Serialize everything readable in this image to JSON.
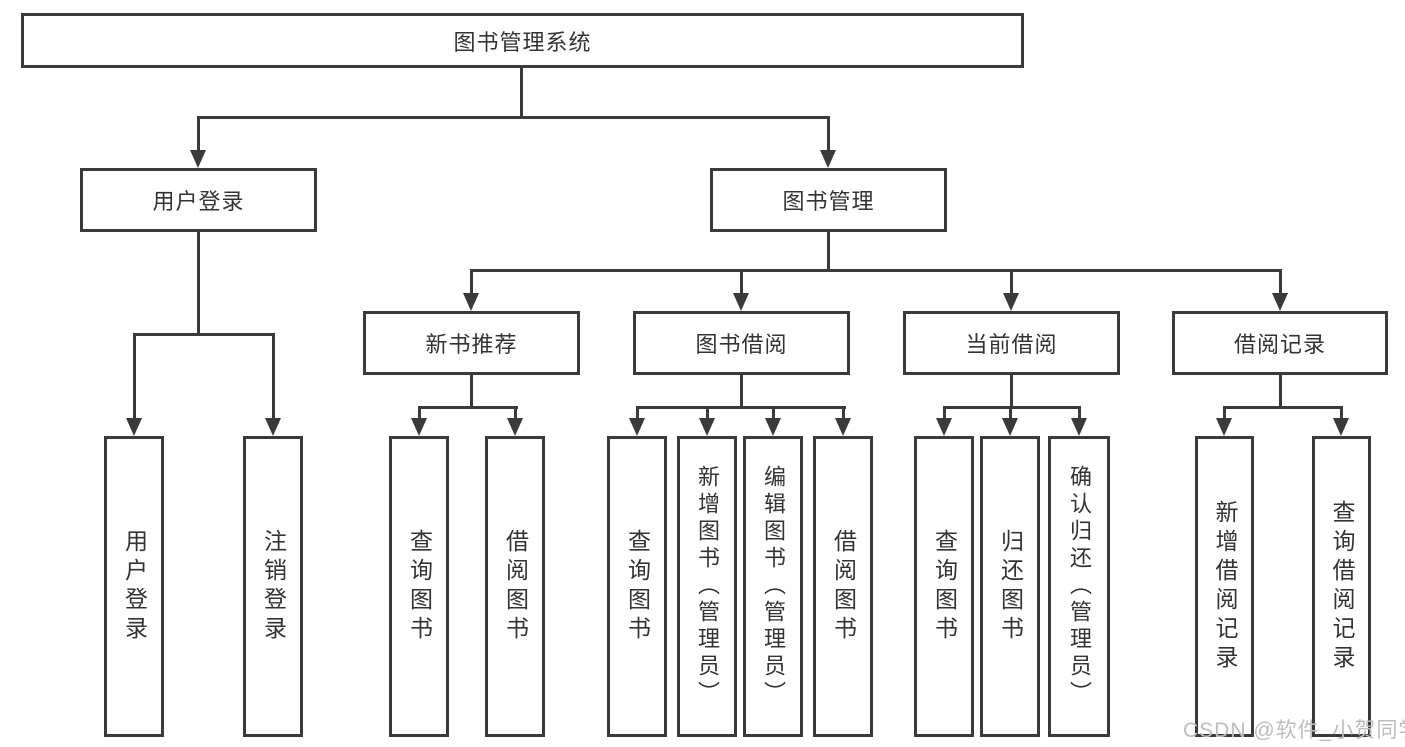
{
  "tree": {
    "root": "图书管理系统",
    "user_login": {
      "label": "用户登录",
      "children": [
        "用户登录",
        "注销登录"
      ]
    },
    "book_mgmt": {
      "label": "图书管理",
      "groups": [
        {
          "label": "新书推荐",
          "children": [
            "查询图书",
            "借阅图书"
          ]
        },
        {
          "label": "图书借阅",
          "children": [
            "查询图书",
            "新增图书（管理员）",
            "编辑图书（管理员）",
            "借阅图书"
          ]
        },
        {
          "label": "当前借阅",
          "children": [
            "查询图书",
            "归还图书",
            "确认归还（管理员）"
          ]
        },
        {
          "label": "借阅记录",
          "children": [
            "新增借阅记录",
            "查询借阅记录"
          ]
        }
      ]
    }
  },
  "watermark": "CSDN @软件_小贺同学",
  "colors": {
    "line": "#3a3a3a",
    "text": "#333333",
    "watermark": "#bdbdbd",
    "background": "#ffffff"
  }
}
